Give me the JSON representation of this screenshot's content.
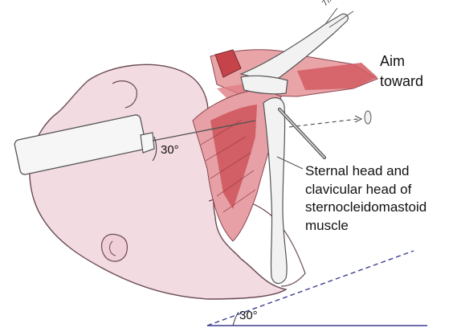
{
  "labels": {
    "aim_line1": "Aim",
    "aim_line2": "toward",
    "muscle_line1": "Sternal head and",
    "muscle_line2": "clavicular head of",
    "muscle_line3": "sternocleidomastoid",
    "muscle_line4": "muscle",
    "angle_syringe": "30°",
    "angle_ground": "30°"
  },
  "signature": "Tinaris",
  "colors": {
    "skin": "#f3dbe2",
    "skin_outline": "#6b4b55",
    "muscle": "#c7434a",
    "muscle_light": "#e9a4a8",
    "bone": "#f2f2f2",
    "syringe": "#f6f6f6",
    "dashed_line": "#3a3f8f"
  }
}
